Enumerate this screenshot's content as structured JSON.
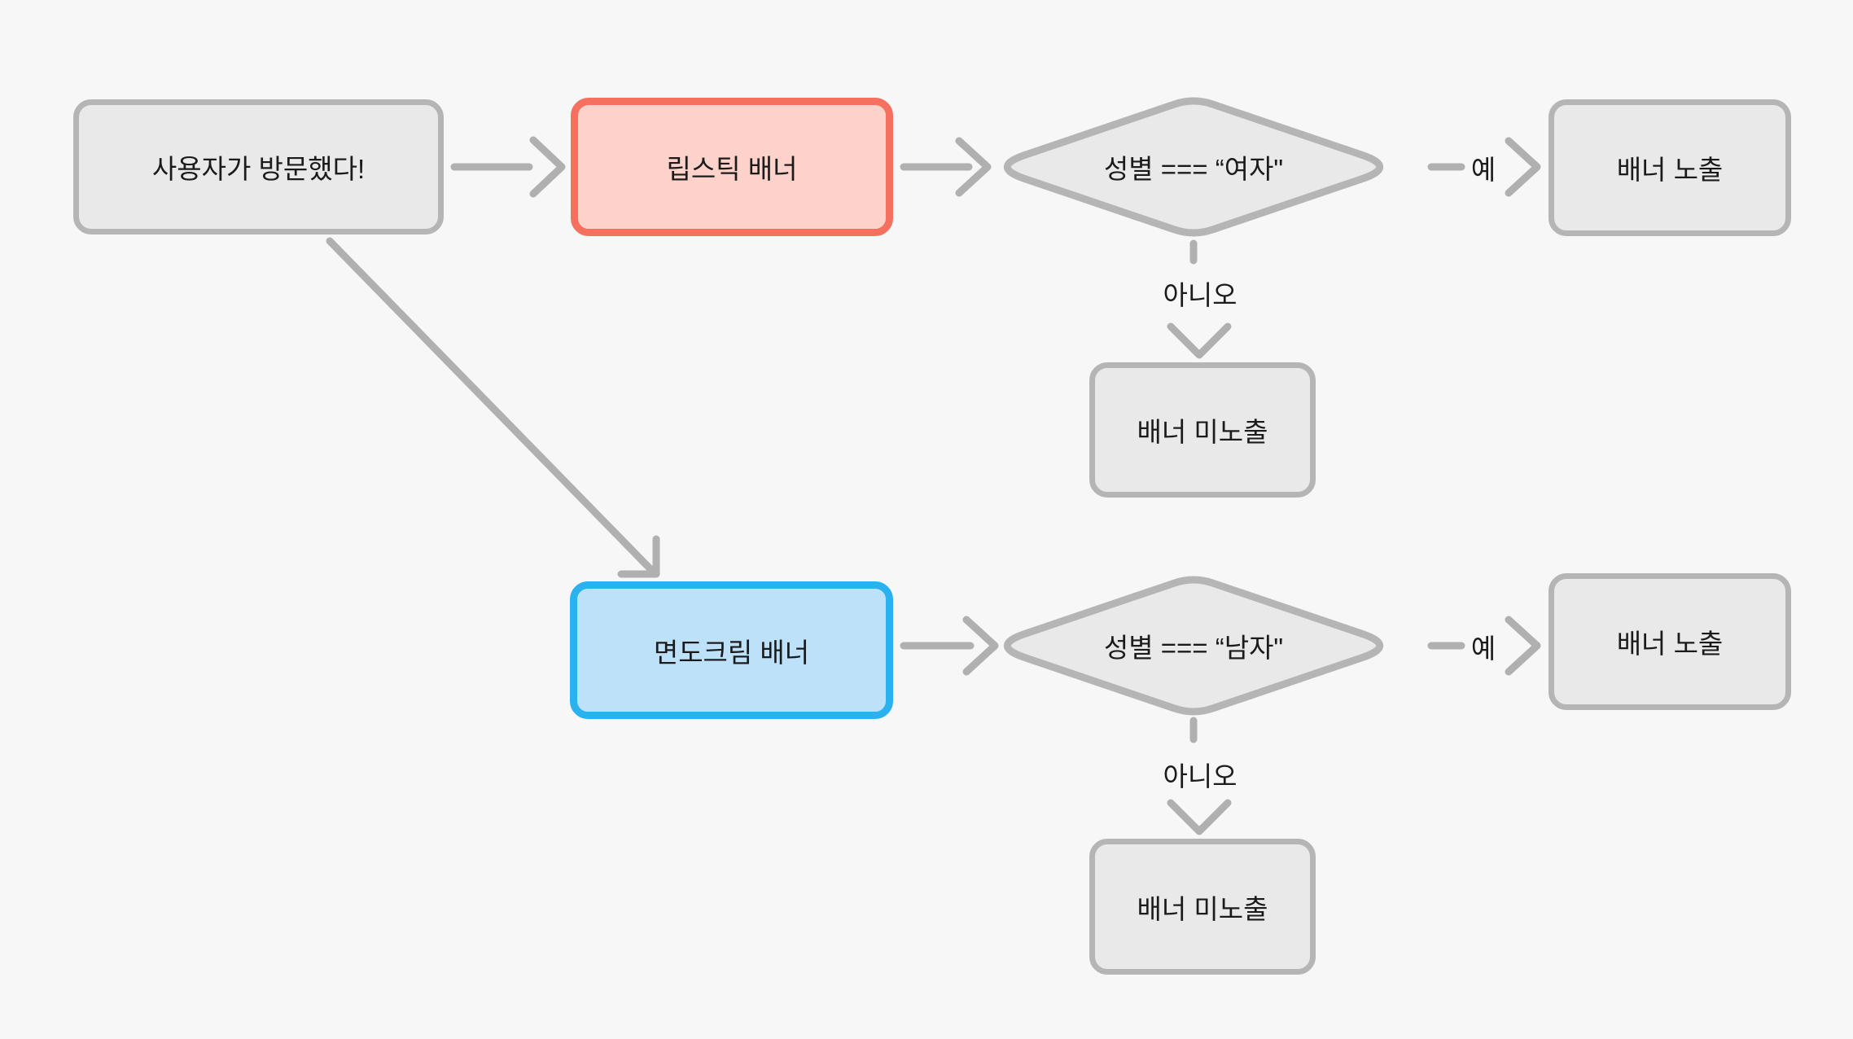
{
  "diagram": {
    "background": "#f7f7f7",
    "colors": {
      "node_fill_gray": "#e9e9e9",
      "node_border_gray": "#b5b5b5",
      "node_fill_red": "#fdd2cb",
      "node_border_red": "#f5705e",
      "node_fill_blue": "#bee1fa",
      "node_border_blue": "#29b2ef",
      "arrow": "#b0b0b0",
      "text": "#1b1b1b"
    },
    "nodes": {
      "start": {
        "label": "사용자가 방문했다!"
      },
      "lipstick_banner": {
        "label": "립스틱 배너"
      },
      "decision_female": {
        "label": "성별 === “여자\""
      },
      "banner_shown_1": {
        "label": "배너 노출"
      },
      "banner_hidden_1": {
        "label": "배너 미노출"
      },
      "shaving_banner": {
        "label": "면도크림 배너"
      },
      "decision_male": {
        "label": "성별 === “남자\""
      },
      "banner_shown_2": {
        "label": "배너 노출"
      },
      "banner_hidden_2": {
        "label": "배너 미노출"
      }
    },
    "edge_labels": {
      "yes_1": "예",
      "no_1": "아니오",
      "yes_2": "예",
      "no_2": "아니오"
    }
  }
}
